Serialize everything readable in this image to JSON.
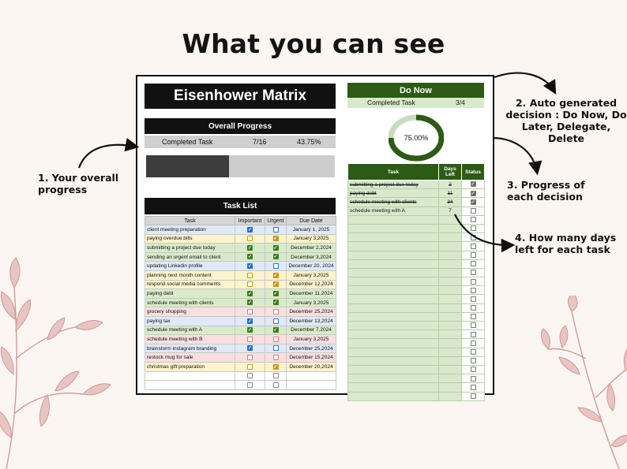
{
  "heading": "What you can see",
  "sheet": {
    "title": "Eisenhower Matrix",
    "overall": {
      "header": "Overall Progress",
      "label": "Completed Task",
      "count": "7/16",
      "percent": "43.75%",
      "progress_fraction": 0.4375
    },
    "task_list": {
      "header": "Task List",
      "columns": [
        "Task",
        "Important",
        "Urgent",
        "Due Date"
      ],
      "rows": [
        {
          "task": "client meeting preparation",
          "important": true,
          "urgent": false,
          "due": "January 1, 2025",
          "color": "blue"
        },
        {
          "task": "paying overdue bills",
          "important": false,
          "urgent": true,
          "due": "January 3,2025",
          "color": "yellow"
        },
        {
          "task": "submitting a project due today",
          "important": true,
          "urgent": true,
          "due": "December 2,2024",
          "color": "green"
        },
        {
          "task": "sending an urgent email to client",
          "important": true,
          "urgent": true,
          "due": "December 3,2024",
          "color": "green"
        },
        {
          "task": "updating Linkedin profile",
          "important": true,
          "urgent": false,
          "due": "December 20, 2024",
          "color": "blue"
        },
        {
          "task": "planning next month content",
          "important": false,
          "urgent": true,
          "due": "January 3,2025",
          "color": "yellow"
        },
        {
          "task": "respond social media comments",
          "important": false,
          "urgent": true,
          "due": "December 12,2024",
          "color": "yellow"
        },
        {
          "task": "paying debt",
          "important": true,
          "urgent": true,
          "due": "December 11,2024",
          "color": "green"
        },
        {
          "task": "schedule meeting with clients",
          "important": true,
          "urgent": true,
          "due": "January 3,2025",
          "color": "green"
        },
        {
          "task": "grocery shopping",
          "important": false,
          "urgent": false,
          "due": "December 25,2024",
          "color": "red"
        },
        {
          "task": "paying tax",
          "important": true,
          "urgent": false,
          "due": "December 13,2024",
          "color": "blue"
        },
        {
          "task": "schedule meeting with A",
          "important": true,
          "urgent": true,
          "due": "December 7,2024",
          "color": "green"
        },
        {
          "task": "schedule meeting with B",
          "important": false,
          "urgent": false,
          "due": "January 3,2025",
          "color": "red"
        },
        {
          "task": "brainstorm instagram branding",
          "important": true,
          "urgent": false,
          "due": "December 25,2024",
          "color": "blue"
        },
        {
          "task": "restock mug for sale",
          "important": false,
          "urgent": false,
          "due": "December 15,2024",
          "color": "red"
        },
        {
          "task": "christmas gift preparation",
          "important": false,
          "urgent": true,
          "due": "December 20,2024",
          "color": "yellow"
        },
        {
          "task": "",
          "important": false,
          "urgent": false,
          "due": "",
          "color": "white"
        },
        {
          "task": "",
          "important": false,
          "urgent": false,
          "due": "",
          "color": "white"
        }
      ]
    },
    "do_now": {
      "header": "Do Now",
      "label": "Completed Task",
      "count": "3/4",
      "donut_label": "75.00%",
      "donut_fraction": 0.75,
      "columns": [
        "Task",
        "Days Left",
        "Status"
      ],
      "rows": [
        {
          "task": "submitting a project due today",
          "days": "2",
          "done": true
        },
        {
          "task": "paying debt",
          "days": "11",
          "done": true
        },
        {
          "task": "schedule meeting with clients",
          "days": "34",
          "done": true
        },
        {
          "task": "schedule meeting with A",
          "days": "7",
          "done": false
        },
        {
          "task": "",
          "days": "",
          "done": false
        },
        {
          "task": "",
          "days": "",
          "done": false
        },
        {
          "task": "",
          "days": "",
          "done": false
        },
        {
          "task": "",
          "days": "",
          "done": false
        },
        {
          "task": "",
          "days": "",
          "done": false
        },
        {
          "task": "",
          "days": "",
          "done": false
        },
        {
          "task": "",
          "days": "",
          "done": false
        },
        {
          "task": "",
          "days": "",
          "done": false
        },
        {
          "task": "",
          "days": "",
          "done": false
        },
        {
          "task": "",
          "days": "",
          "done": false
        },
        {
          "task": "",
          "days": "",
          "done": false
        },
        {
          "task": "",
          "days": "",
          "done": false
        },
        {
          "task": "",
          "days": "",
          "done": false
        },
        {
          "task": "",
          "days": "",
          "done": false
        },
        {
          "task": "",
          "days": "",
          "done": false
        },
        {
          "task": "",
          "days": "",
          "done": false
        },
        {
          "task": "",
          "days": "",
          "done": false
        },
        {
          "task": "",
          "days": "",
          "done": false
        },
        {
          "task": "",
          "days": "",
          "done": false
        },
        {
          "task": "",
          "days": "",
          "done": false
        },
        {
          "task": "",
          "days": "",
          "done": false
        }
      ]
    }
  },
  "annotations": {
    "one": [
      "1. Your overall",
      "progress"
    ],
    "two": [
      "2. Auto generated",
      "decision : Do Now, Do",
      "Later, Delegate, Delete"
    ],
    "three": [
      "3. Progress of",
      "each decision"
    ],
    "four": [
      "4. How many days",
      "left for each task"
    ]
  },
  "colors": {
    "dark_green": "#2d5a14",
    "light_green": "#d8e9cc",
    "row_blue": "#dfe9f7",
    "row_yellow": "#fdf3cc",
    "row_green": "#d8ebc9",
    "row_red": "#f9e0df",
    "leaf": "#cf9a9a"
  }
}
